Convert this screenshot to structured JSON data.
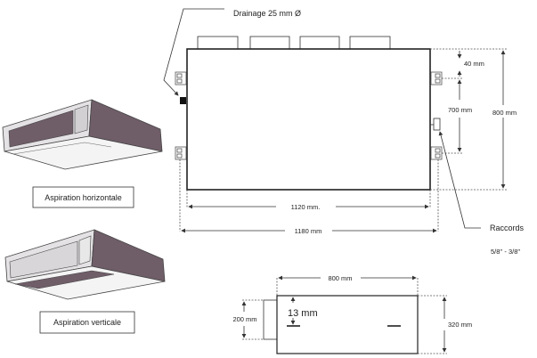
{
  "labels": {
    "drainage": "Drainage 25 mm Ø",
    "dim_40": "40 mm",
    "dim_700": "700 mm",
    "dim_800_height": "800 mm",
    "dim_1120": "1120 mm.",
    "dim_1180": "1180 mm",
    "raccords": "Raccords",
    "raccords_sizes": "5/8''  -  3/8''",
    "side_800": "800 mm",
    "side_200": "200 mm",
    "side_13": "13 mm",
    "side_320": "320 mm",
    "aspiration_horizontale": "Aspiration horizontale",
    "aspiration_verticale": "Aspiration verticale"
  },
  "colors": {
    "dark_face": "#6f5d68",
    "light_face": "#d8d6d8",
    "outline": "#333333"
  }
}
